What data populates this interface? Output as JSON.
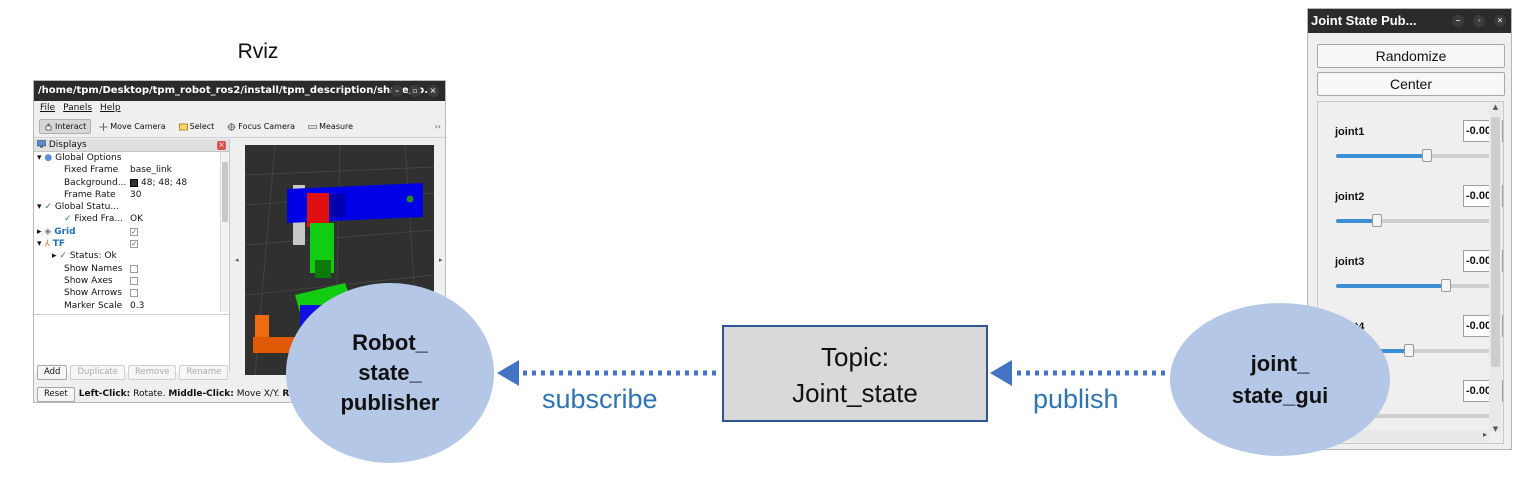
{
  "rviz": {
    "caption": "Rviz",
    "title": "/home/tpm/Desktop/tpm_robot_ros2/install/tpm_description/share/tp...",
    "menu": [
      "File",
      "Panels",
      "Help"
    ],
    "tools": [
      "Interact",
      "Move Camera",
      "Select",
      "Focus Camera",
      "Measure"
    ],
    "tools_more": "››",
    "displays_title": "Displays",
    "tree": [
      {
        "key": "Global Options",
        "value": ""
      },
      {
        "key": "Fixed Frame",
        "value": "base_link"
      },
      {
        "key": "Background...",
        "value": "48; 48; 48"
      },
      {
        "key": "Frame Rate",
        "value": "30"
      },
      {
        "key": "Global Statu...",
        "value": ""
      },
      {
        "key": "Fixed Fra...",
        "value": "OK"
      },
      {
        "key": "Grid",
        "value": ""
      },
      {
        "key": "TF",
        "value": ""
      },
      {
        "key": "Status: Ok",
        "value": ""
      },
      {
        "key": "Show Names",
        "value": ""
      },
      {
        "key": "Show Axes",
        "value": ""
      },
      {
        "key": "Show Arrows",
        "value": ""
      },
      {
        "key": "Marker Scale",
        "value": "0.3"
      }
    ],
    "buttons": {
      "add": "Add",
      "duplicate": "Duplicate",
      "remove": "Remove",
      "rename": "Rename"
    },
    "status": {
      "reset": "Reset",
      "left_bold": "Left-Click:",
      "left_text": "Rotate.",
      "middle_bold": "Middle-Click:",
      "middle_text": "Move X/Y.",
      "right_bold": "Rig"
    }
  },
  "jsp": {
    "title": "Joint State Pub...",
    "randomize": "Randomize",
    "center": "Center",
    "joints": [
      {
        "name": "joint1",
        "value": "-0.00",
        "position": 0.56
      },
      {
        "name": "joint2",
        "value": "-0.00",
        "position": 0.25
      },
      {
        "name": "joint3",
        "value": "-0.00",
        "position": 0.68
      },
      {
        "name": "joint4",
        "value": "-0.00",
        "position": 0.45
      },
      {
        "name": "",
        "value": "-0.00",
        "position": 0.04
      }
    ]
  },
  "diagram": {
    "robot_node": [
      "Robot_",
      "state_",
      "publisher"
    ],
    "topic": [
      "Topic:",
      "Joint_state"
    ],
    "gui_node": [
      "joint_",
      "state_gui"
    ],
    "subscribe": "subscribe",
    "publish": "publish",
    "colors": {
      "node_fill": "#b4c7e7",
      "arrow": "#4472c4",
      "label": "#2e74b5",
      "topic_fill": "#d9d9d9",
      "topic_border": "#2f5597"
    }
  }
}
